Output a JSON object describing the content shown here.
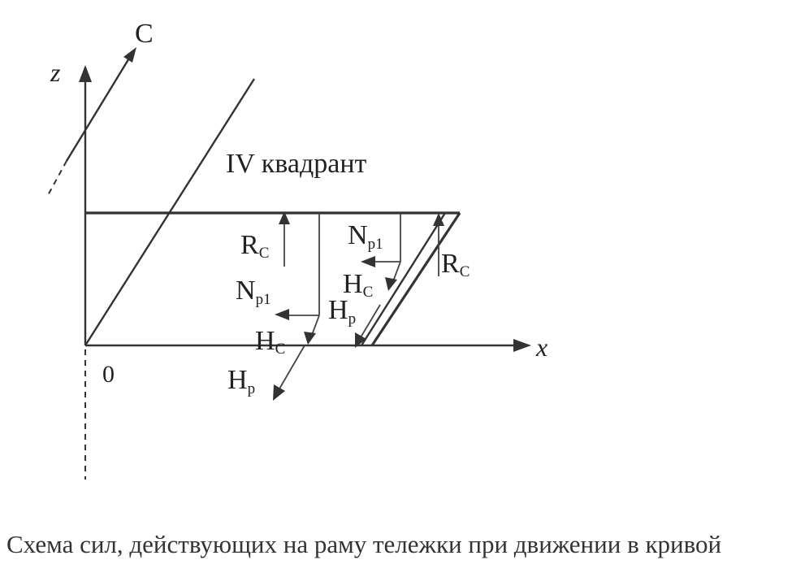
{
  "labels": {
    "c_axis": "C",
    "z_axis": "z",
    "x_axis": "x",
    "origin": "0",
    "quadrant": "IV квадрант",
    "r_c_left": {
      "main": "R",
      "sub": "C"
    },
    "n_p1_left": {
      "main": "N",
      "sub": "p1"
    },
    "h_c_bottom": {
      "main": "H",
      "sub": "C"
    },
    "h_p_bottom": {
      "main": "H",
      "sub": "p"
    },
    "n_p1_right": {
      "main": "N",
      "sub": "p1"
    },
    "h_c_right": {
      "main": "H",
      "sub": "C"
    },
    "h_p_mid": {
      "main": "H",
      "sub": "p"
    },
    "r_c_right": {
      "main": "R",
      "sub": "C"
    }
  },
  "caption": "Схема сил, действующих на раму тележки при движении в кривой",
  "colors": {
    "ink": "#333333",
    "background": "#ffffff"
  }
}
